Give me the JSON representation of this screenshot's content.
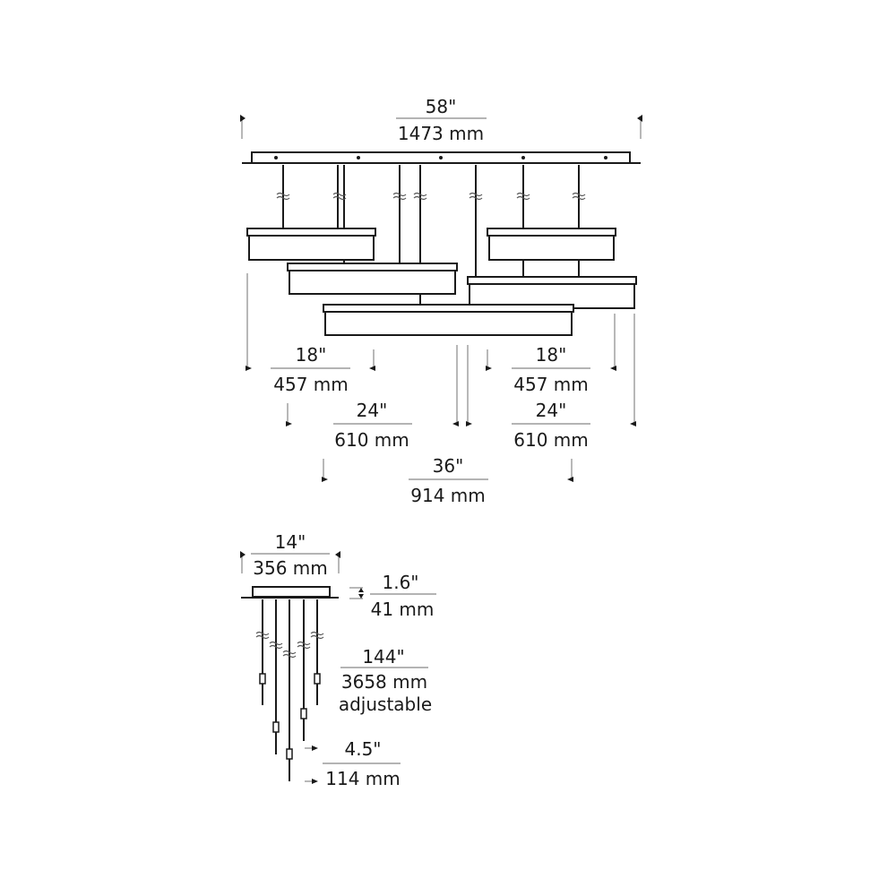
{
  "diagram": {
    "type": "technical dimension drawing",
    "subject": "linear multi-pendant chandelier",
    "colors": {
      "line": "#1a1a1a",
      "dimension_line": "#888888",
      "background": "#ffffff"
    }
  },
  "front_view": {
    "canopy_width": {
      "imperial": "58\"",
      "metric": "1473 mm"
    },
    "bars": [
      {
        "id": "bar-1",
        "width": {
          "imperial": "18\"",
          "metric": "457 mm"
        }
      },
      {
        "id": "bar-2",
        "width": {
          "imperial": "24\"",
          "metric": "610 mm"
        }
      },
      {
        "id": "bar-3",
        "width": {
          "imperial": "36\"",
          "metric": "914 mm"
        }
      },
      {
        "id": "bar-4",
        "width": {
          "imperial": "18\"",
          "metric": "457 mm"
        }
      },
      {
        "id": "bar-5",
        "width": {
          "imperial": "24\"",
          "metric": "610 mm"
        }
      }
    ]
  },
  "side_view": {
    "canopy_width": {
      "imperial": "14\"",
      "metric": "356 mm"
    },
    "canopy_height": {
      "imperial": "1.6\"",
      "metric": "41 mm"
    },
    "overall_drop": {
      "imperial": "144\"",
      "metric": "3658 mm",
      "note": "adjustable"
    },
    "bar_height": {
      "imperial": "4.5\"",
      "metric": "114 mm"
    }
  }
}
